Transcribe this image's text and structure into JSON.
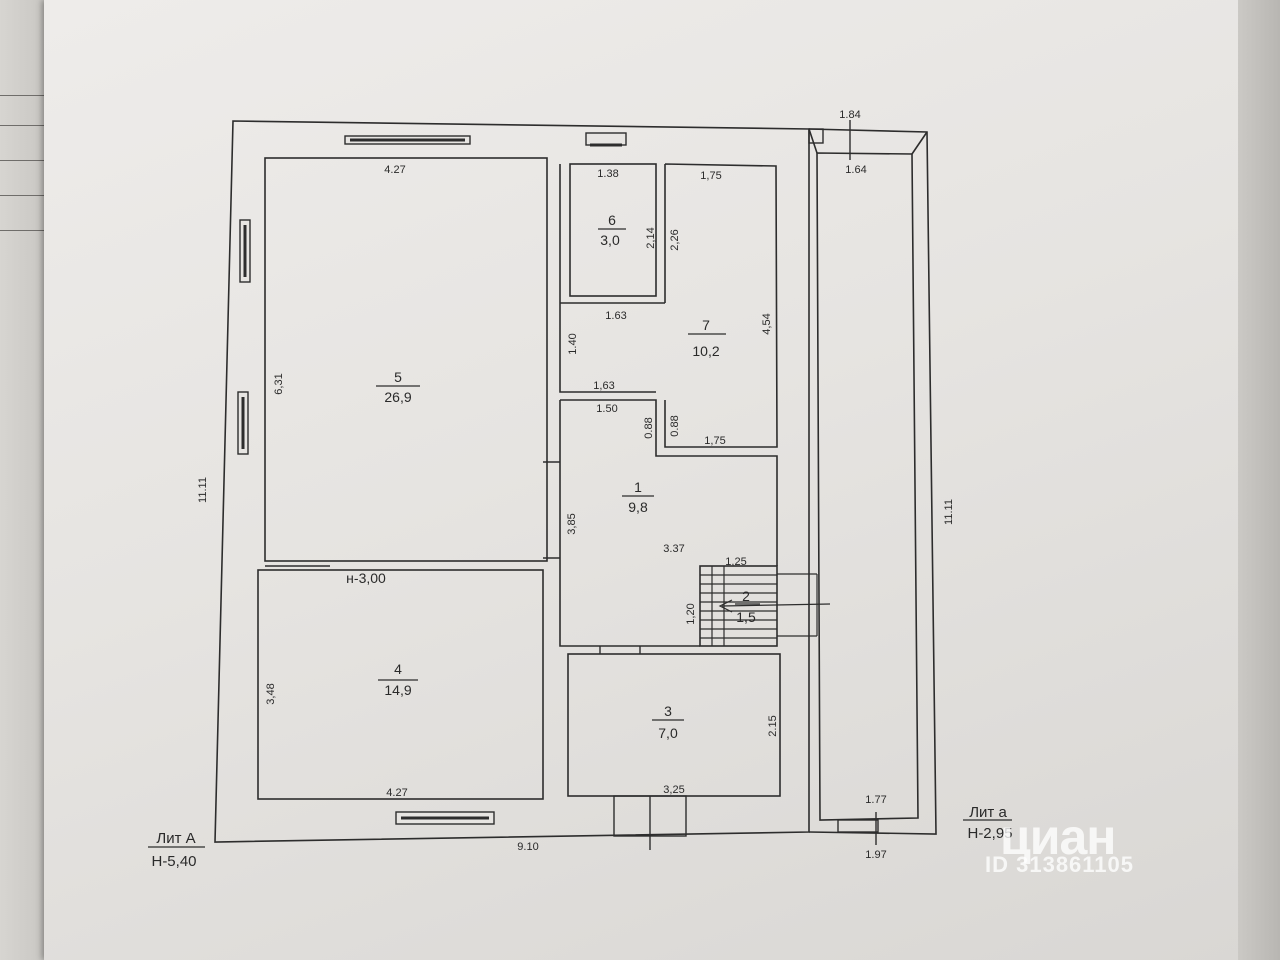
{
  "rooms": [
    {
      "number": "5",
      "area": "26,9"
    },
    {
      "number": "6",
      "area": "3,0"
    },
    {
      "number": "7",
      "area": "10,2"
    },
    {
      "number": "1",
      "area": "9,8"
    },
    {
      "number": "2",
      "area": "1,5"
    },
    {
      "number": "4",
      "area": "14,9"
    },
    {
      "number": "3",
      "area": "7,0"
    }
  ],
  "dimensions": {
    "r5_top": "4.27",
    "r5_left": "6,31",
    "r6_top": "1.38",
    "r6_right": "2,14",
    "r7_top": "1,75",
    "r7_left": "2,26",
    "r7_right": "4,54",
    "r7_bottom": "1,75",
    "corr_top": "1.63",
    "corr_left": "1.40",
    "corr_bottom": "1,63",
    "r1_top": "1.50",
    "r1_notch_a": "0.88",
    "r1_notch_b": "0.88",
    "r1_left": "3,85",
    "r1_bottom": "3.37",
    "r2_top": "1,25",
    "r2_left": "1,20",
    "r4_left": "3,48",
    "r4_bottom": "4.27",
    "r3_right": "2.15",
    "r3_bottom": "3,25",
    "overall_width": "9.10",
    "overall_left": "11.11",
    "overall_right": "11.11",
    "annex_top_outer": "1.84",
    "annex_top_inner": "1.64",
    "annex_bottom_inner": "1.77",
    "annex_bottom_outer": "1.97"
  },
  "height_mark": "н-3,00",
  "building_a": {
    "label": "Лит А",
    "height": "Н-5,40"
  },
  "building_b": {
    "label": "Лит а",
    "height": "Н-2,95"
  },
  "watermark": {
    "logo": "циан",
    "id": "ID 313861105"
  }
}
